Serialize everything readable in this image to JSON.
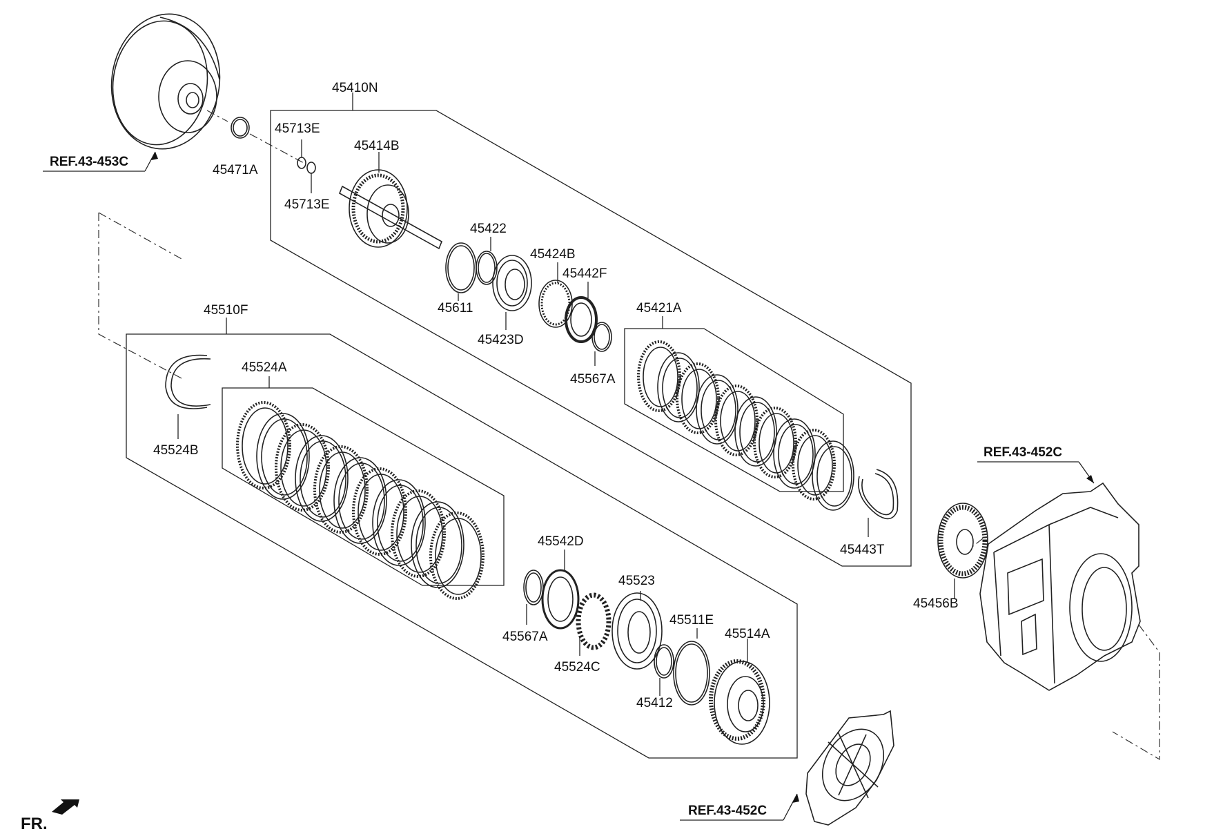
{
  "groups": {
    "g1": "45410N",
    "g2": "45510F"
  },
  "refs": {
    "r1": "REF.43-453C",
    "r2": "REF.43-452C",
    "r3": "REF.43-452C"
  },
  "fr_label": "FR.",
  "parts": {
    "p45713e_a": "45713E",
    "p45713e_b": "45713E",
    "p45471a": "45471A",
    "p45414b": "45414B",
    "p45422": "45422",
    "p45424b": "45424B",
    "p45442f": "45442F",
    "p45611": "45611",
    "p45423d": "45423D",
    "p45421a": "45421A",
    "p45567a_a": "45567A",
    "p45443t": "45443T",
    "p45524b": "45524B",
    "p45524a": "45524A",
    "p45542d": "45542D",
    "p45523": "45523",
    "p45567a_b": "45567A",
    "p45511e": "45511E",
    "p45514a": "45514A",
    "p45524c": "45524C",
    "p45412": "45412",
    "p45456b": "45456B"
  }
}
